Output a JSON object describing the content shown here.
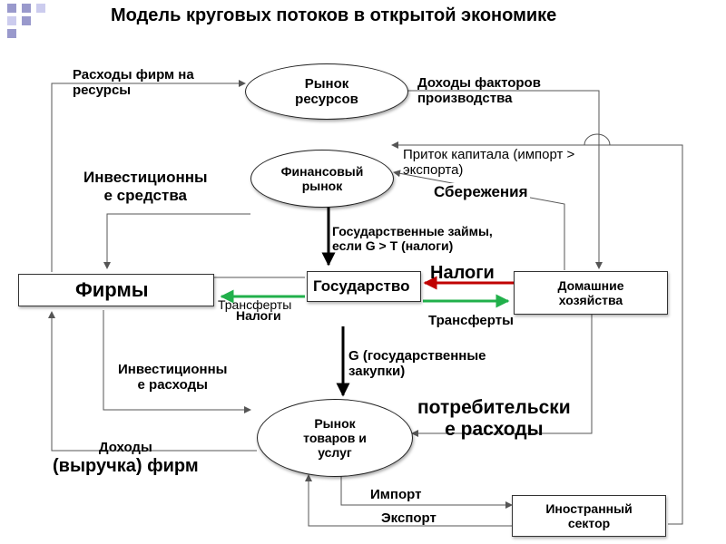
{
  "title": "Модель круговых потоков  в открытой экономике",
  "nodes": {
    "resource_market": [
      "Рынок",
      "ресурсов"
    ],
    "financial_market": [
      "Финансовый",
      "рынок"
    ],
    "firms": "Фирмы",
    "government": "Государство",
    "households": [
      "Домашние",
      "хозяйства"
    ],
    "goods_market": [
      "Рынок",
      "товаров и",
      "услуг"
    ],
    "foreign_sector": [
      "Иностранный",
      "сектор"
    ]
  },
  "labels": {
    "firm_expenses": [
      "Расходы фирм на",
      "ресурсы"
    ],
    "factor_income": [
      "Доходы факторов",
      "производства"
    ],
    "capital_inflow": [
      "Приток капитала (импорт >",
      "экспорта)"
    ],
    "investment_funds": [
      "Инвестиционны",
      "е средства"
    ],
    "savings": "Сбережения",
    "government_loans": [
      "Государственные займы,",
      "если G > T (налоги)"
    ],
    "taxes_right": "Налоги",
    "transfers_left": "Трансферты",
    "taxes_left": "Налоги",
    "transfers_right": "Трансферты",
    "gov_purchases": [
      "G (государственные",
      "закупки)"
    ],
    "investment_expenses": [
      "Инвестиционны",
      "е расходы"
    ],
    "consumer_expenses": [
      "потребительски",
      "е расходы"
    ],
    "firm_revenue": [
      "Доходы",
      "(выручка) фирм"
    ],
    "imports": "Импорт",
    "exports": "Экспорт"
  },
  "colors": {
    "taxes_arrow": "#c00000",
    "transfers_arrow": "#21b04b",
    "flow_line": "#555555",
    "heavy_arrow": "#000000"
  }
}
